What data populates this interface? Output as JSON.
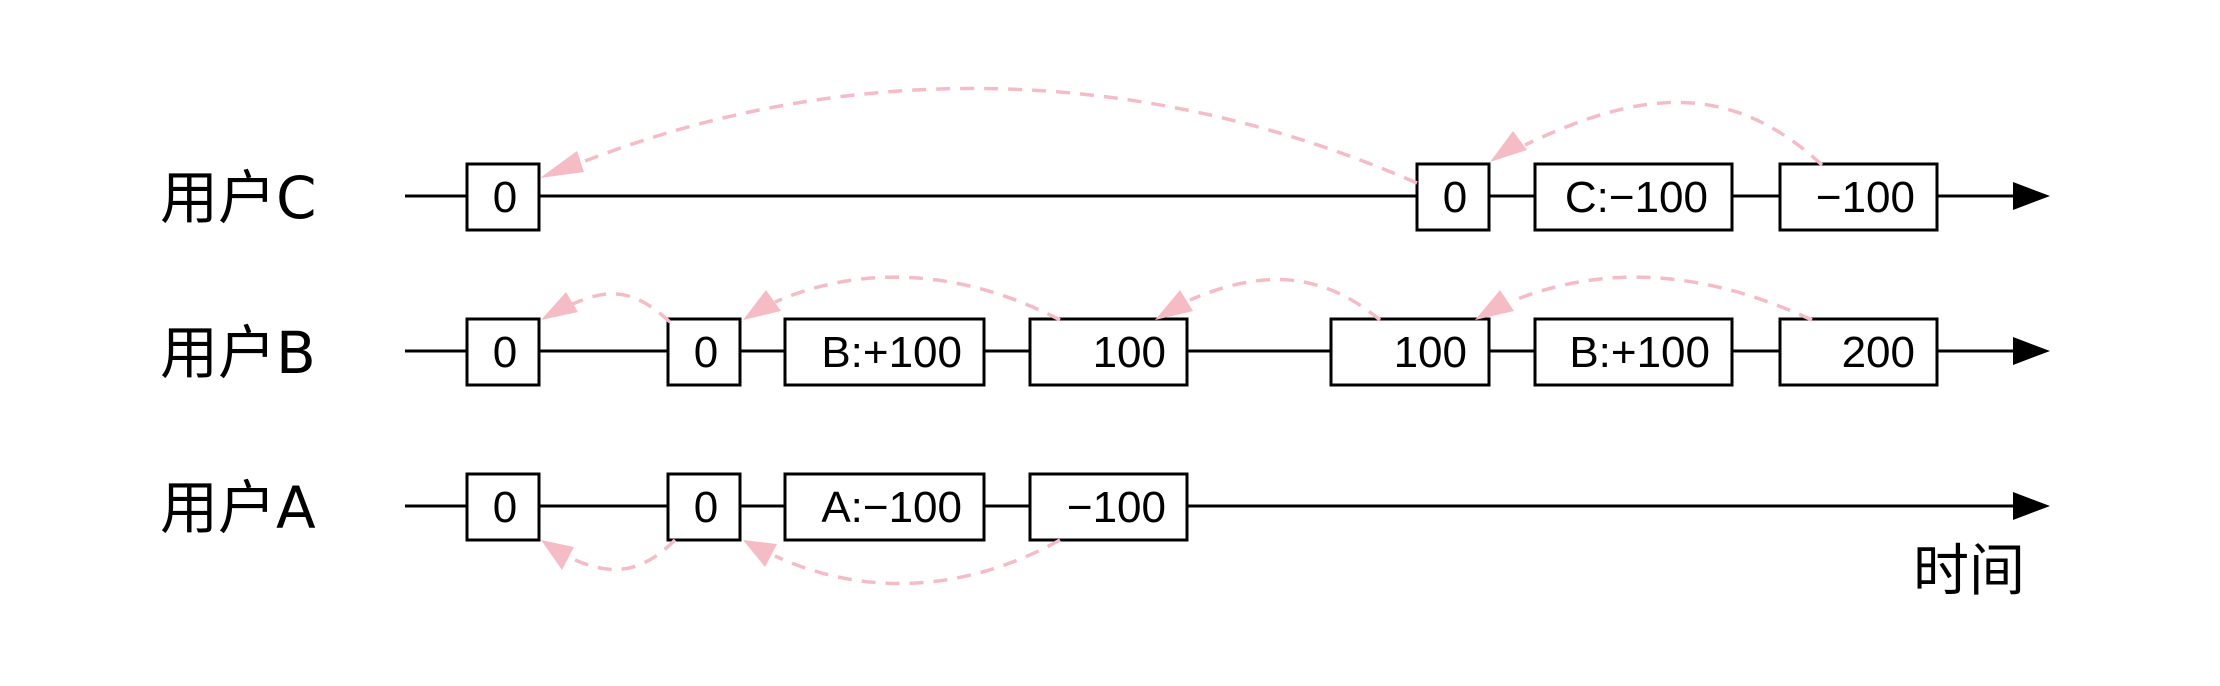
{
  "rows": {
    "c": {
      "label": "用户C",
      "boxes": [
        {
          "text": "0"
        },
        {
          "text": "0"
        },
        {
          "text": "C:−100"
        },
        {
          "text": "−100"
        }
      ]
    },
    "b": {
      "label": "用户B",
      "boxes": [
        {
          "text": "0"
        },
        {
          "text": "0"
        },
        {
          "text": "B:+100"
        },
        {
          "text": "100"
        },
        {
          "text": "100"
        },
        {
          "text": "B:+100"
        },
        {
          "text": "200"
        }
      ]
    },
    "a": {
      "label": "用户A",
      "boxes": [
        {
          "text": "0"
        },
        {
          "text": "0"
        },
        {
          "text": "A:−100"
        },
        {
          "text": "−100"
        }
      ]
    }
  },
  "axis": {
    "label": "时间"
  },
  "colors": {
    "line": "#000000",
    "dashed_arrow": "#f5bcc6"
  }
}
